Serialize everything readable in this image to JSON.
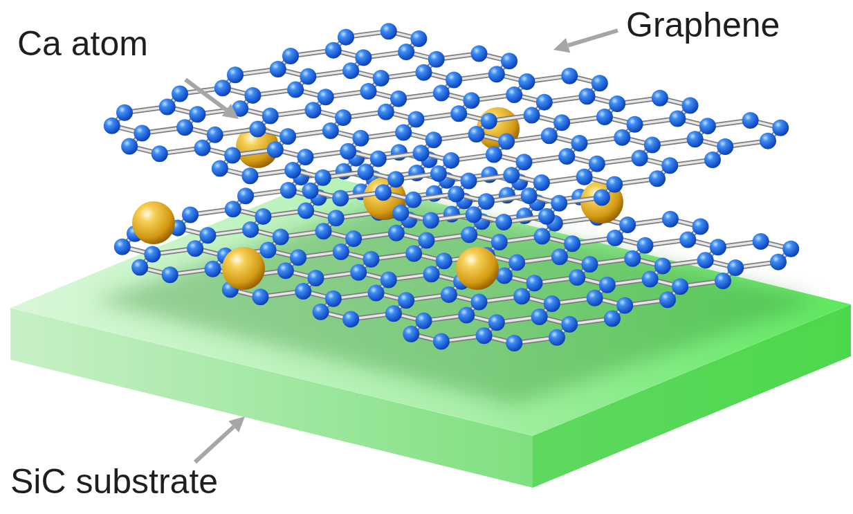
{
  "diagram": {
    "labels": [
      "Ca atom",
      "Graphene",
      "SiC substrate"
    ]
  }
}
